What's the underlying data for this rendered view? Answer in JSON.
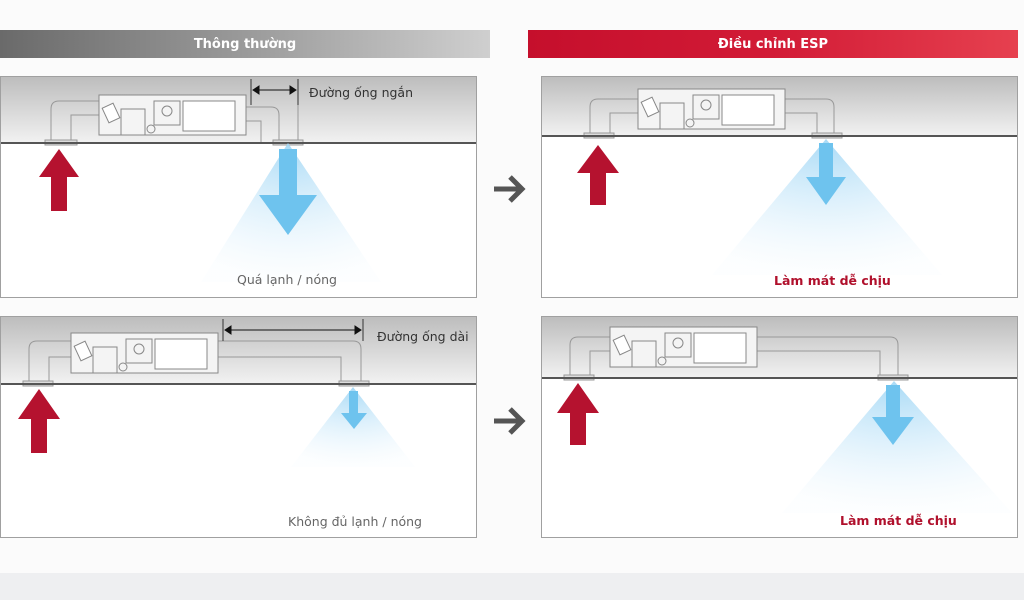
{
  "headers": {
    "normal": "Thông thường",
    "esp": "Điều chỉnh ESP"
  },
  "panels": {
    "normal_short": {
      "dimension": "Đường ống ngắn",
      "result": "Quá lạnh / nóng"
    },
    "esp_short": {
      "result": "Làm mát dễ chịu"
    },
    "normal_long": {
      "dimension": "Đường ống dài",
      "result": "Không đủ lạnh / nóng"
    },
    "esp_long": {
      "result": "Làm mát dễ chịu"
    }
  },
  "colors": {
    "intake": "#b5122f",
    "outflow": "#6ec3ee",
    "esp": "#c50f2c"
  }
}
